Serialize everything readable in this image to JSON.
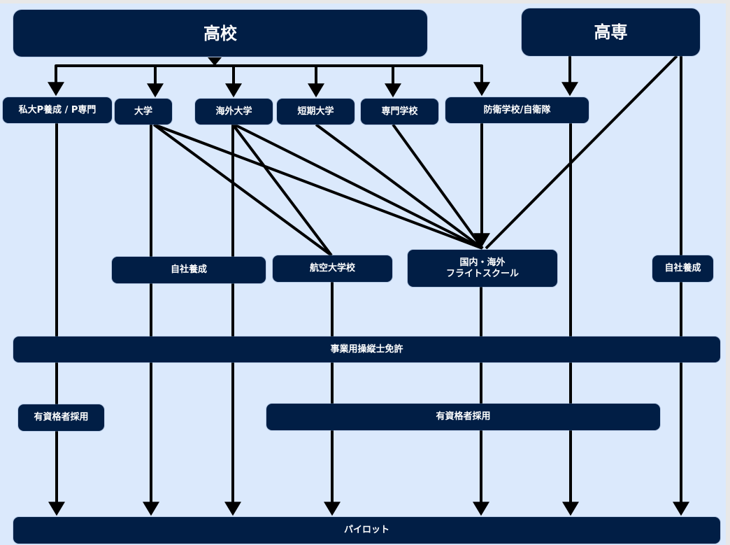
{
  "diagram": {
    "title": "パイロットへの進路",
    "colors": {
      "background": "#dbe9fc",
      "node_fill": "#011e45",
      "node_text": "#ffffff",
      "edge": "#000000"
    },
    "nodes": {
      "koukou": "高校",
      "kousen": "高専",
      "shidai": "私大P養成 / P専門",
      "daigaku": "大学",
      "kaigai": "海外大学",
      "tanki": "短期大学",
      "senmon": "専門学校",
      "bouei": "防衛学校/自衛隊",
      "jisha1": "自社養成",
      "koukudai": "航空大学校",
      "flight": "国内・海外\nフライトスクール",
      "jisha2": "自社養成",
      "license": "事業用操縦士免許",
      "yushikaku1": "有資格者採用",
      "yushikaku2": "有資格者採用",
      "pilot": "パイロット"
    },
    "edges": [
      {
        "from": "koukou",
        "to": "shidai"
      },
      {
        "from": "koukou",
        "to": "daigaku"
      },
      {
        "from": "koukou",
        "to": "kaigai"
      },
      {
        "from": "koukou",
        "to": "tanki"
      },
      {
        "from": "koukou",
        "to": "senmon"
      },
      {
        "from": "koukou",
        "to": "bouei"
      },
      {
        "from": "kousen",
        "to": "bouei"
      },
      {
        "from": "kousen",
        "to": "flight"
      },
      {
        "from": "kousen",
        "to": "pilot"
      },
      {
        "from": "daigaku",
        "to": "koukudai"
      },
      {
        "from": "daigaku",
        "to": "flight"
      },
      {
        "from": "daigaku",
        "to": "pilot"
      },
      {
        "from": "kaigai",
        "to": "koukudai"
      },
      {
        "from": "kaigai",
        "to": "flight"
      },
      {
        "from": "kaigai",
        "to": "pilot"
      },
      {
        "from": "tanki",
        "to": "flight"
      },
      {
        "from": "senmon",
        "to": "flight"
      },
      {
        "from": "bouei",
        "to": "flight"
      },
      {
        "from": "bouei",
        "to": "pilot"
      },
      {
        "from": "shidai",
        "to": "pilot"
      },
      {
        "from": "koukudai",
        "to": "pilot"
      },
      {
        "from": "flight",
        "to": "pilot"
      }
    ]
  }
}
